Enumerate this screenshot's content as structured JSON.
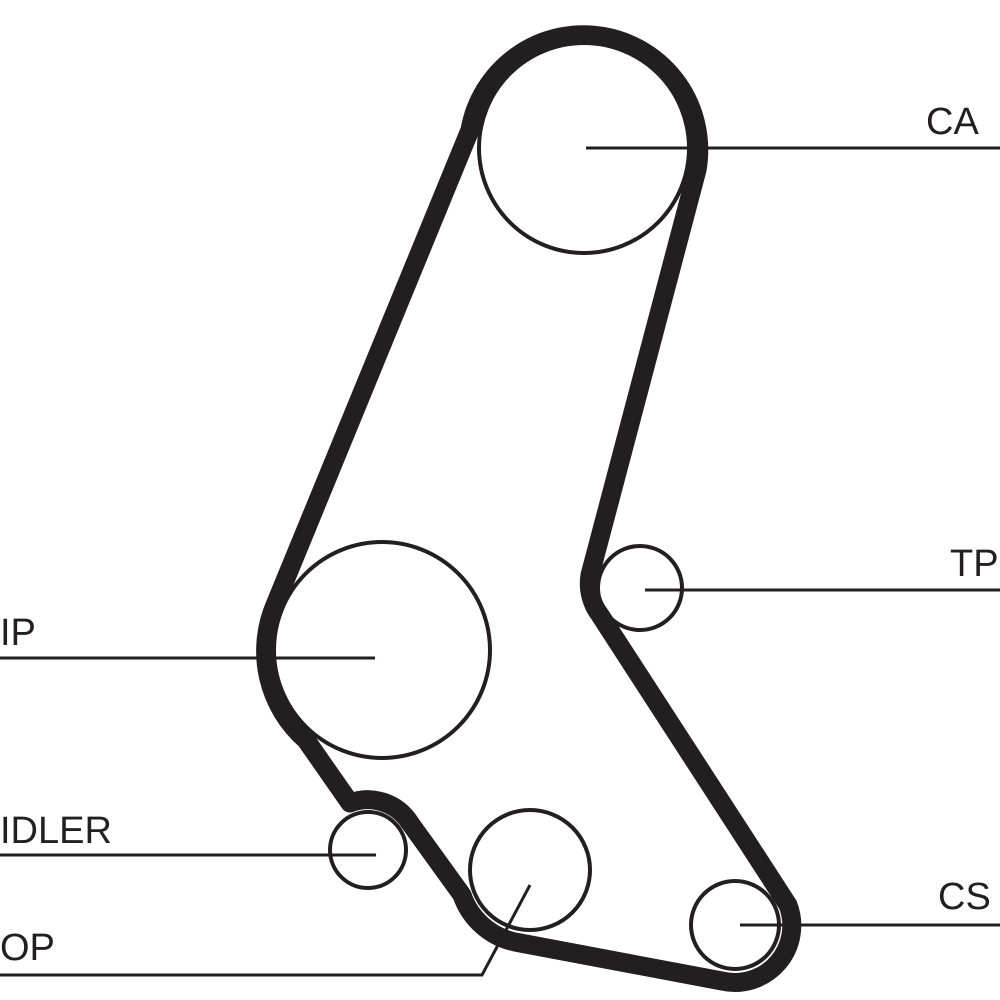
{
  "title": "Timing belt routing diagram",
  "colors": {
    "ink": "#231f20",
    "background": "#ffffff"
  },
  "labels": {
    "ca": "CA",
    "tp": "TP",
    "ip": "IP",
    "idler": "IDLER",
    "cs": "CS",
    "op": "OP"
  }
}
